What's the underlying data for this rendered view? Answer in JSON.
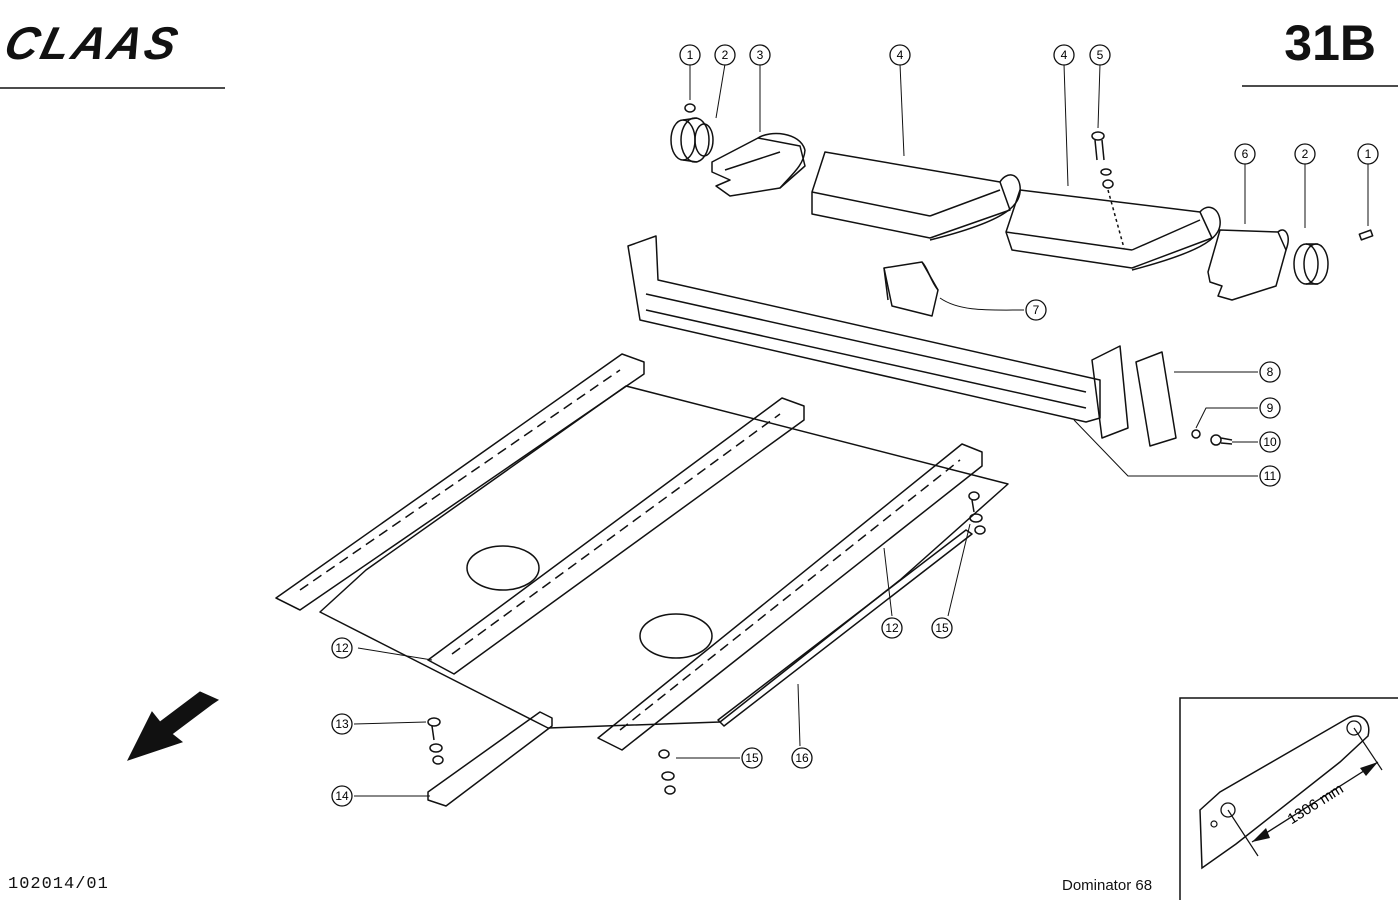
{
  "header": {
    "brand": "CLAAS",
    "page_number": "31B"
  },
  "footer": {
    "document_code": "102014/01",
    "model": "Dominator 68"
  },
  "callouts": [
    {
      "label": "1"
    },
    {
      "label": "2"
    },
    {
      "label": "3"
    },
    {
      "label": "4"
    },
    {
      "label": "4"
    },
    {
      "label": "5"
    },
    {
      "label": "6"
    },
    {
      "label": "2"
    },
    {
      "label": "1"
    },
    {
      "label": "7"
    },
    {
      "label": "8"
    },
    {
      "label": "9"
    },
    {
      "label": "10"
    },
    {
      "label": "11"
    },
    {
      "label": "12"
    },
    {
      "label": "12"
    },
    {
      "label": "15"
    },
    {
      "label": "13"
    },
    {
      "label": "14"
    },
    {
      "label": "15"
    },
    {
      "label": "16"
    }
  ],
  "inset": {
    "dimension": "1306 mm"
  }
}
